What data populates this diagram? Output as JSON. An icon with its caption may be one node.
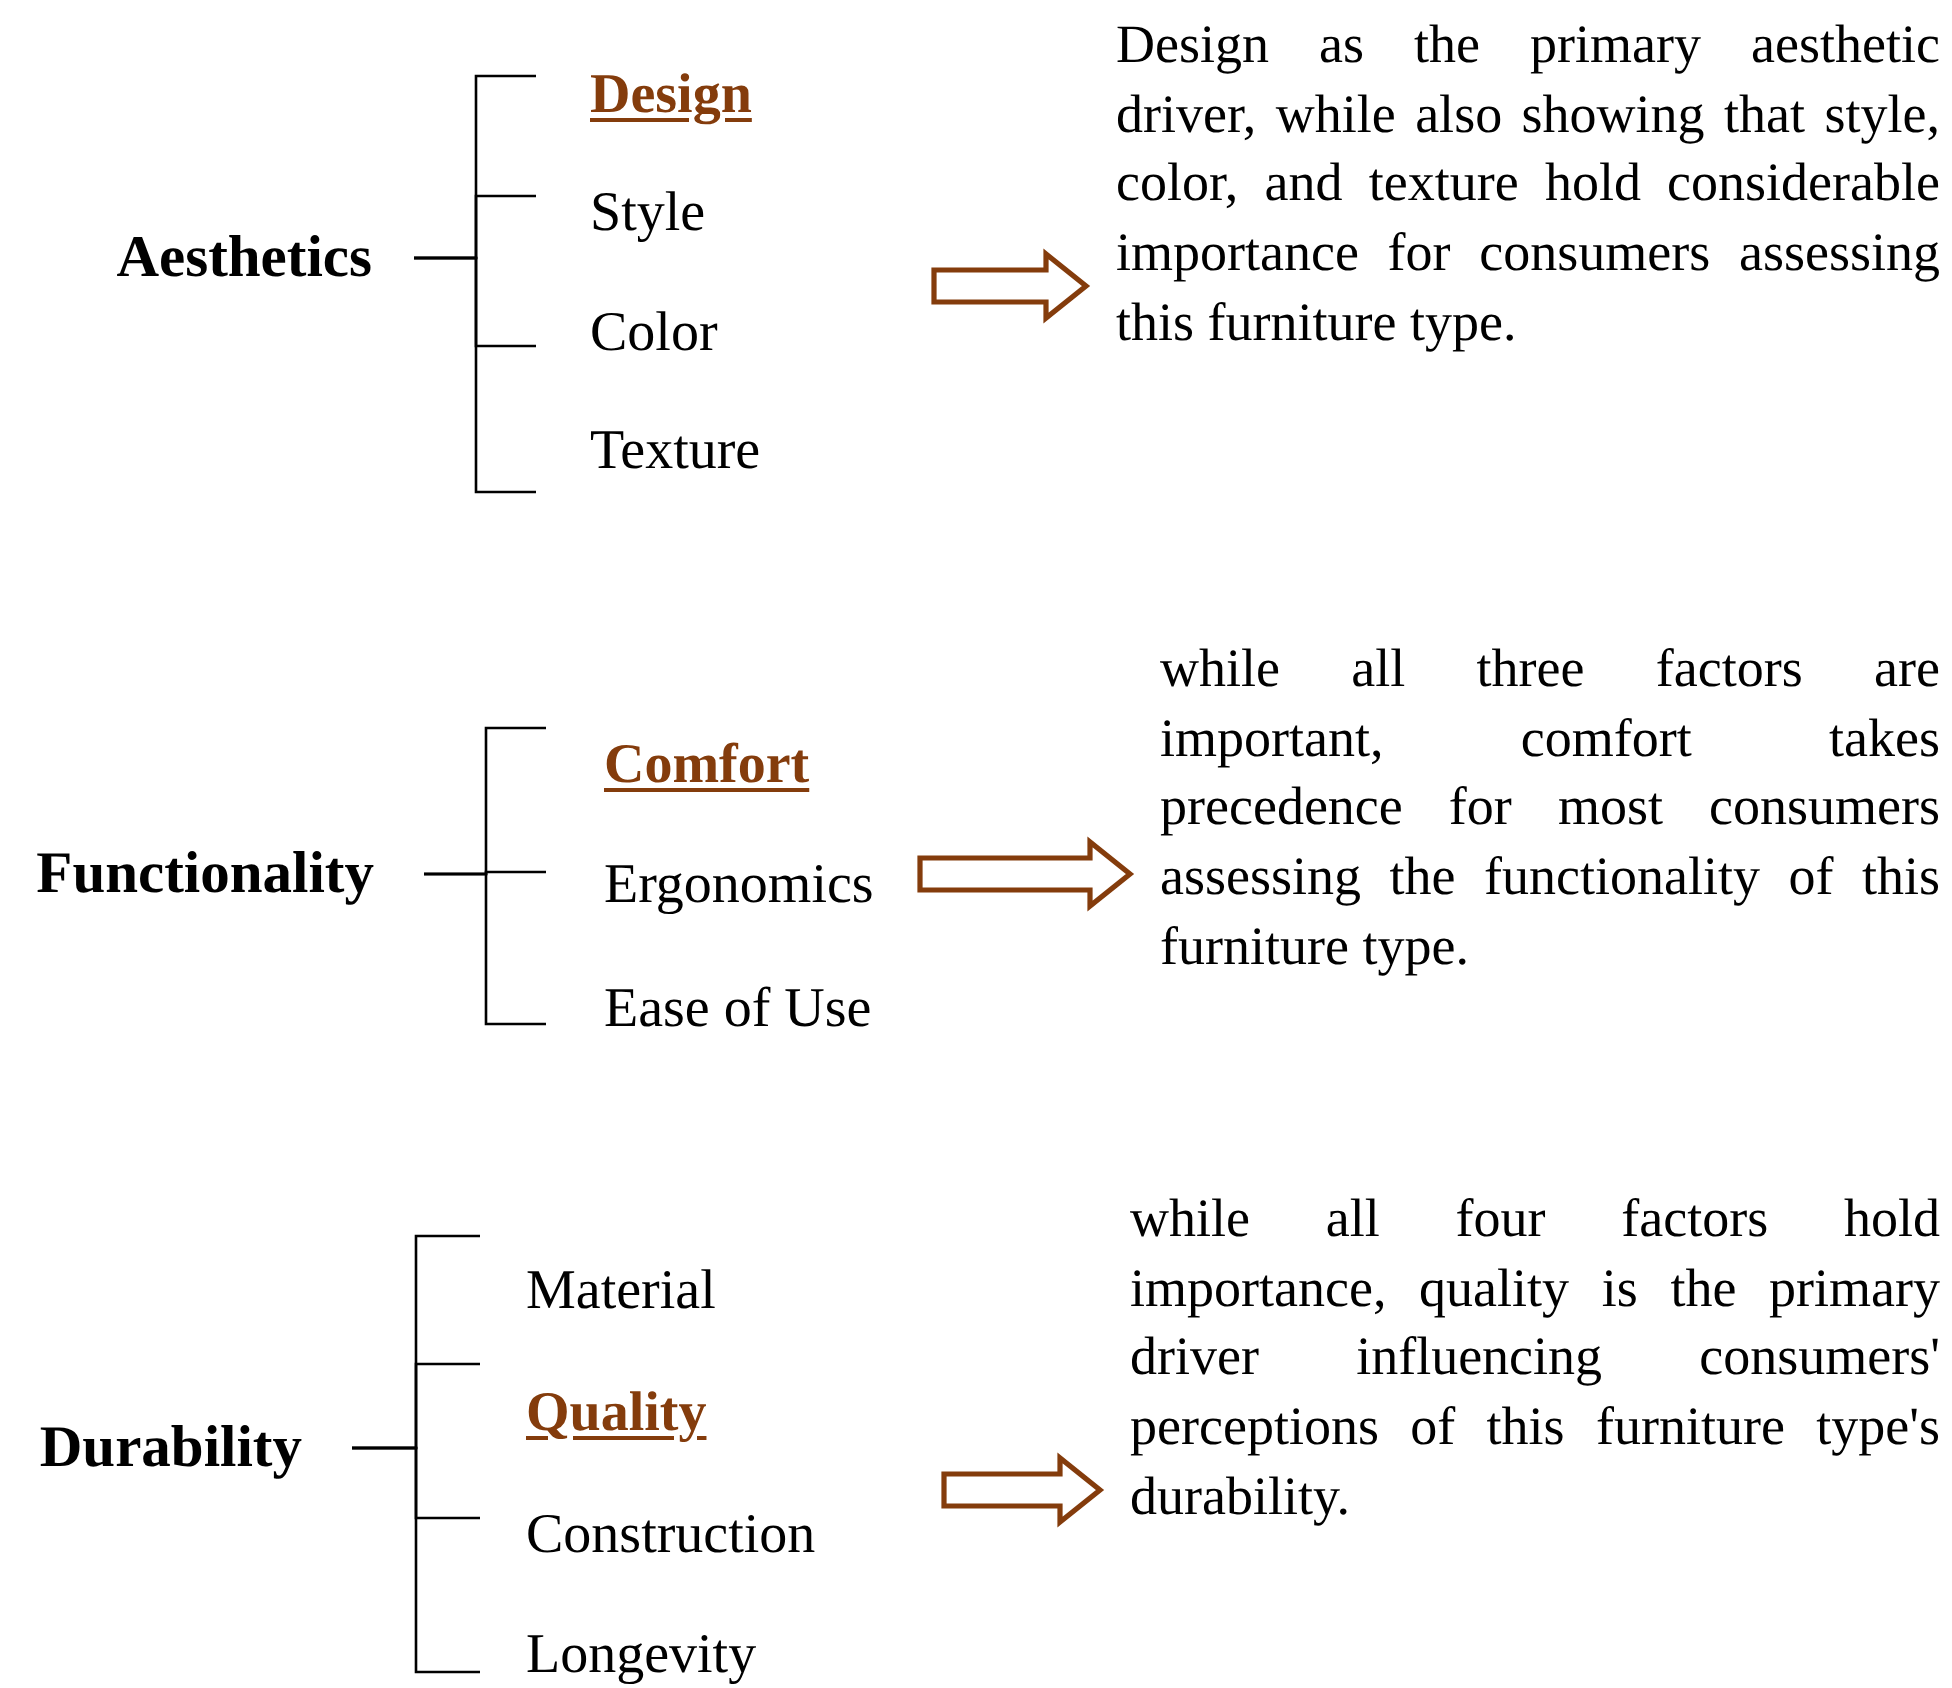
{
  "diagram": {
    "nodes": [
      {
        "text": [
          "Aesthetics"
        ]
      },
      {
        "text": [
          "Design"
        ]
      },
      {
        "text": [
          "Style"
        ]
      },
      {
        "text": [
          "Color"
        ]
      },
      {
        "text": [
          "Texture"
        ]
      },
      {
        "text": [
          "Design as the primary aesthetic driver, while also showing that style, color, and texture hold considerable importance for consumers assessing this furniture type."
        ]
      },
      {
        "text": [
          "Functionality"
        ]
      },
      {
        "text": [
          "Comfort"
        ]
      },
      {
        "text": [
          "Ergonomics"
        ]
      },
      {
        "text": [
          "Ease of Use"
        ]
      },
      {
        "text": [
          "while all three factors are important, comfort takes precedence for most consumers assessing the functionality of this furniture type."
        ]
      },
      {
        "text": [
          "Durability"
        ]
      },
      {
        "text": [
          "Material"
        ]
      },
      {
        "text": [
          "Quality"
        ]
      },
      {
        "text": [
          "Construction"
        ]
      },
      {
        "text": [
          "Longevity"
        ]
      },
      {
        "text": [
          "while all four factors hold importance, quality is the primary driver influencing consumers' perceptions of this furniture type's durability."
        ]
      }
    ],
    "edges": [
      {
        "from": 0,
        "to": 1,
        "arrow": "none"
      },
      {
        "from": 0,
        "to": 2,
        "arrow": "none"
      },
      {
        "from": 0,
        "to": 3,
        "arrow": "none"
      },
      {
        "from": 0,
        "to": 4,
        "arrow": "none"
      },
      {
        "from": null,
        "to": 5,
        "arrow": "to",
        "style": "thick",
        "color": "#843c0c"
      },
      {
        "from": 6,
        "to": 7,
        "arrow": "none"
      },
      {
        "from": 6,
        "to": 8,
        "arrow": "none"
      },
      {
        "from": 6,
        "to": 9,
        "arrow": "none"
      },
      {
        "from": null,
        "to": 10,
        "arrow": "to",
        "style": "thick",
        "color": "#843c0c"
      },
      {
        "from": 11,
        "to": 12,
        "arrow": "none"
      },
      {
        "from": 11,
        "to": 13,
        "arrow": "none"
      },
      {
        "from": 11,
        "to": 14,
        "arrow": "none"
      },
      {
        "from": 11,
        "to": 15,
        "arrow": "none"
      },
      {
        "from": null,
        "to": 16,
        "arrow": "to",
        "style": "thick",
        "color": "#843c0c"
      }
    ]
  }
}
